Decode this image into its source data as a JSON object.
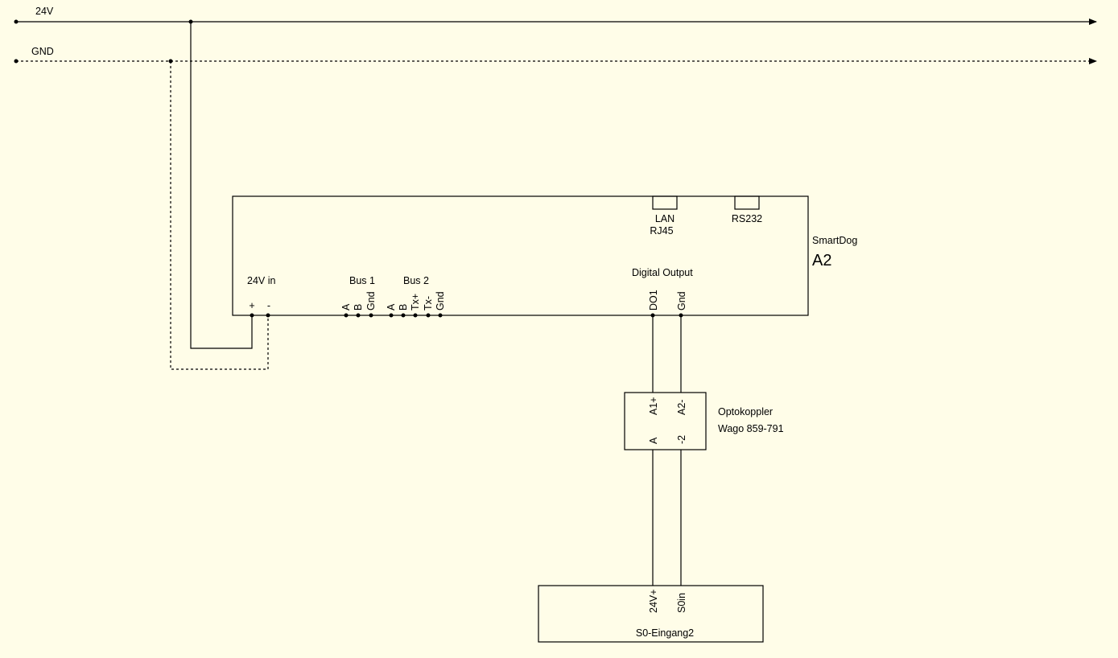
{
  "rails": {
    "v24_label": "24V",
    "gnd_label": "GND"
  },
  "smartdog": {
    "name": "SmartDog",
    "designator": "A2",
    "lan_label": "LAN",
    "rj45_label": "RJ45",
    "rs232_label": "RS232",
    "power_label": "24V in",
    "power_plus": "+",
    "power_minus": "-",
    "bus1_label": "Bus 1",
    "bus1_pins": [
      "A",
      "B",
      "Gnd"
    ],
    "bus2_label": "Bus 2",
    "bus2_pins": [
      "A",
      "B",
      "Tx+",
      "Tx-",
      "Gnd"
    ],
    "digital_output_label": "Digital Output",
    "do_pins": [
      "DO1",
      "Gnd"
    ]
  },
  "optokoppler": {
    "name": "Optokoppler",
    "model": "Wago 859-791",
    "pins_top": [
      "A1+",
      "A2-"
    ],
    "pins_bottom": [
      "A",
      "-2"
    ]
  },
  "s0": {
    "name": "S0-Eingang2",
    "pins": [
      "24V+",
      "S0in"
    ]
  }
}
